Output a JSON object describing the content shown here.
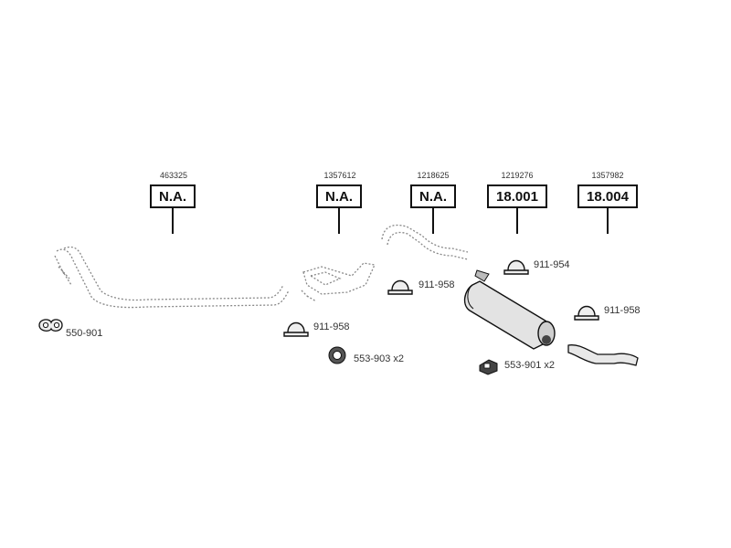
{
  "callouts": [
    {
      "ref": "463325",
      "code": "N.A."
    },
    {
      "ref": "1357612",
      "code": "N.A."
    },
    {
      "ref": "1218625",
      "code": "N.A."
    },
    {
      "ref": "1219276",
      "code": "18.001"
    },
    {
      "ref": "1357982",
      "code": "18.004"
    }
  ],
  "parts": [
    {
      "label": "550-901",
      "icon": "gasket-icon"
    },
    {
      "label": "911-958",
      "icon": "clamp-icon"
    },
    {
      "label": "553-903 x2",
      "icon": "rubber-ring-icon"
    },
    {
      "label": "911-958",
      "icon": "clamp-icon"
    },
    {
      "label": "911-954",
      "icon": "clamp-icon"
    },
    {
      "label": "553-901 x2",
      "icon": "rubber-mount-icon"
    },
    {
      "label": "911-958",
      "icon": "clamp-icon"
    }
  ],
  "colors": {
    "line": "#111111",
    "dotted": "#888888",
    "fill": "#e8e8e8",
    "dark": "#555555"
  }
}
